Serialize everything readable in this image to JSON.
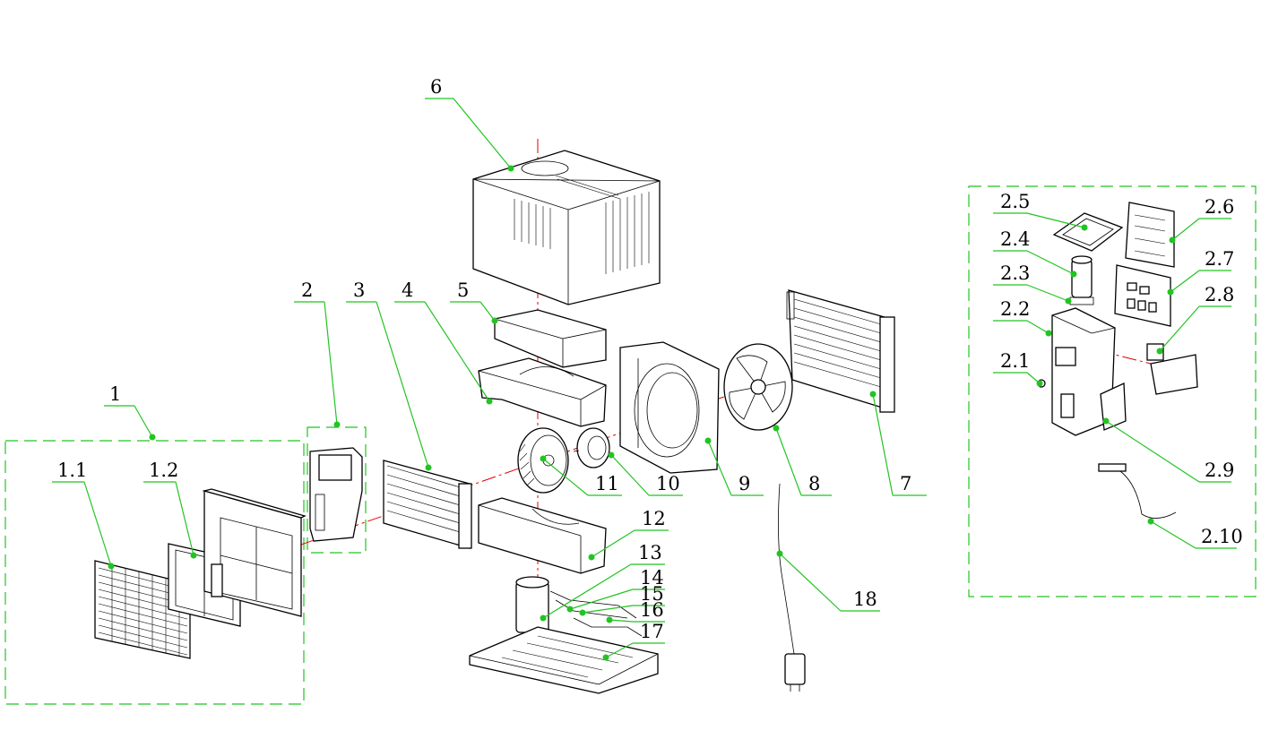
{
  "callouts": [
    {
      "id": "1",
      "label": "1"
    },
    {
      "id": "1.1",
      "label": "1.1"
    },
    {
      "id": "1.2",
      "label": "1.2"
    },
    {
      "id": "2",
      "label": "2"
    },
    {
      "id": "3",
      "label": "3"
    },
    {
      "id": "4",
      "label": "4"
    },
    {
      "id": "5",
      "label": "5"
    },
    {
      "id": "6",
      "label": "6"
    },
    {
      "id": "7",
      "label": "7"
    },
    {
      "id": "8",
      "label": "8"
    },
    {
      "id": "9",
      "label": "9"
    },
    {
      "id": "10",
      "label": "10"
    },
    {
      "id": "11",
      "label": "11"
    },
    {
      "id": "12",
      "label": "12"
    },
    {
      "id": "13",
      "label": "13"
    },
    {
      "id": "14",
      "label": "14"
    },
    {
      "id": "15",
      "label": "15"
    },
    {
      "id": "16",
      "label": "16"
    },
    {
      "id": "17",
      "label": "17"
    },
    {
      "id": "18",
      "label": "18"
    },
    {
      "id": "2.1",
      "label": "2.1"
    },
    {
      "id": "2.2",
      "label": "2.2"
    },
    {
      "id": "2.3",
      "label": "2.3"
    },
    {
      "id": "2.4",
      "label": "2.4"
    },
    {
      "id": "2.5",
      "label": "2.5"
    },
    {
      "id": "2.6",
      "label": "2.6"
    },
    {
      "id": "2.7",
      "label": "2.7"
    },
    {
      "id": "2.8",
      "label": "2.8"
    },
    {
      "id": "2.9",
      "label": "2.9"
    },
    {
      "id": "2.10",
      "label": "2.10"
    }
  ],
  "colors": {
    "leader": "#22c422",
    "axis": "#e00000",
    "ink": "#000000"
  }
}
